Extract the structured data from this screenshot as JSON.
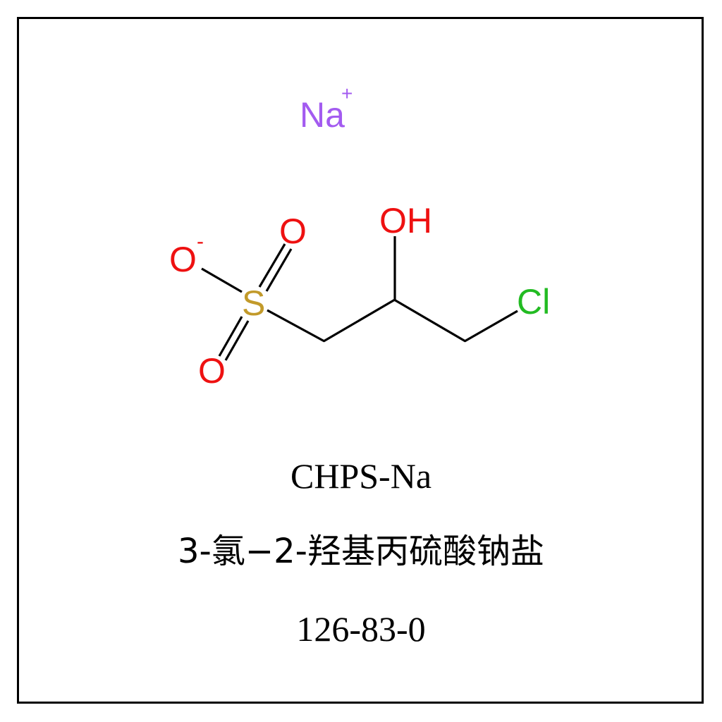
{
  "structure": {
    "counter_ion": {
      "symbol": "Na",
      "charge": "+",
      "color": "#a35bf0"
    },
    "atoms": {
      "o_minus": {
        "symbol": "O",
        "charge": "-",
        "color": "#ee1111"
      },
      "o_top": {
        "symbol": "O",
        "color": "#ee1111"
      },
      "o_bottom": {
        "symbol": "O",
        "color": "#ee1111"
      },
      "sulfur": {
        "symbol": "S",
        "color": "#c29a2a"
      },
      "hydroxyl": {
        "symbol": "OH",
        "color": "#ee1111"
      },
      "chlorine": {
        "symbol": "Cl",
        "color": "#22bb22"
      }
    },
    "bond_color": "#000000"
  },
  "captions": {
    "abbreviation": "CHPS-Na",
    "chinese_name": "3-氯−2-羟基丙硫酸钠盐",
    "cas_number": "126-83-0"
  },
  "frame": {
    "border_color": "#000000"
  }
}
